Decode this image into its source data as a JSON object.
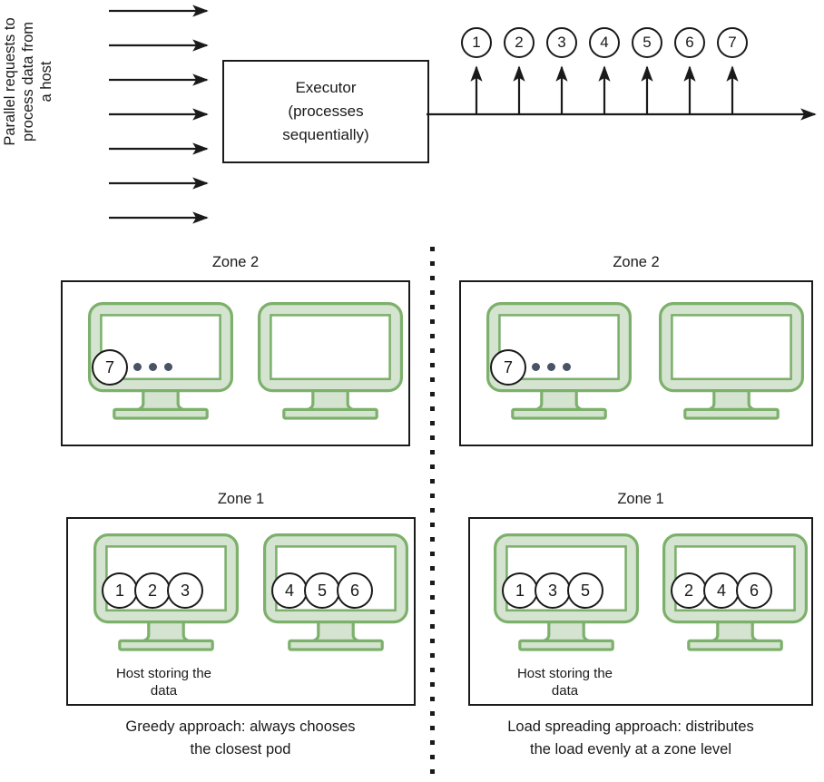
{
  "top_flow": {
    "left_label": "Parallel requests to\nprocess data from\na host",
    "incoming_arrow_count": 7,
    "executor_label": "Executor\n(processes\nsequentially)",
    "timeline_requests": [
      "1",
      "2",
      "3",
      "4",
      "5",
      "6",
      "7"
    ]
  },
  "panels": [
    {
      "id": "greedy",
      "caption": "Greedy approach: always chooses\nthe closest pod",
      "zones": [
        {
          "title": "Zone 2",
          "hosts": [
            {
              "requests": [
                "7"
              ],
              "ellipsis": true,
              "caption": ""
            },
            {
              "requests": [],
              "ellipsis": false,
              "caption": ""
            }
          ],
          "host_caption": ""
        },
        {
          "title": "Zone 1",
          "hosts": [
            {
              "requests": [
                "1",
                "2",
                "3"
              ],
              "ellipsis": false
            },
            {
              "requests": [
                "4",
                "5",
                "6"
              ],
              "ellipsis": false
            }
          ],
          "host_caption": "Host storing the\ndata"
        }
      ]
    },
    {
      "id": "load-spreading",
      "caption": "Load spreading approach: distributes\nthe load evenly at a zone level",
      "zones": [
        {
          "title": "Zone 2",
          "hosts": [
            {
              "requests": [
                "7"
              ],
              "ellipsis": true
            },
            {
              "requests": [],
              "ellipsis": false
            }
          ],
          "host_caption": ""
        },
        {
          "title": "Zone 1",
          "hosts": [
            {
              "requests": [
                "1",
                "3",
                "5"
              ],
              "ellipsis": false
            },
            {
              "requests": [
                "2",
                "4",
                "6"
              ],
              "ellipsis": false
            }
          ],
          "host_caption": "Host storing the\ndata"
        }
      ]
    }
  ],
  "colors": {
    "monitor_fill": "#d5e4d0",
    "monitor_stroke": "#7cb06b",
    "screen_fill": "#ffffff",
    "line": "#1a1a1a",
    "dot": "#4a5266"
  }
}
